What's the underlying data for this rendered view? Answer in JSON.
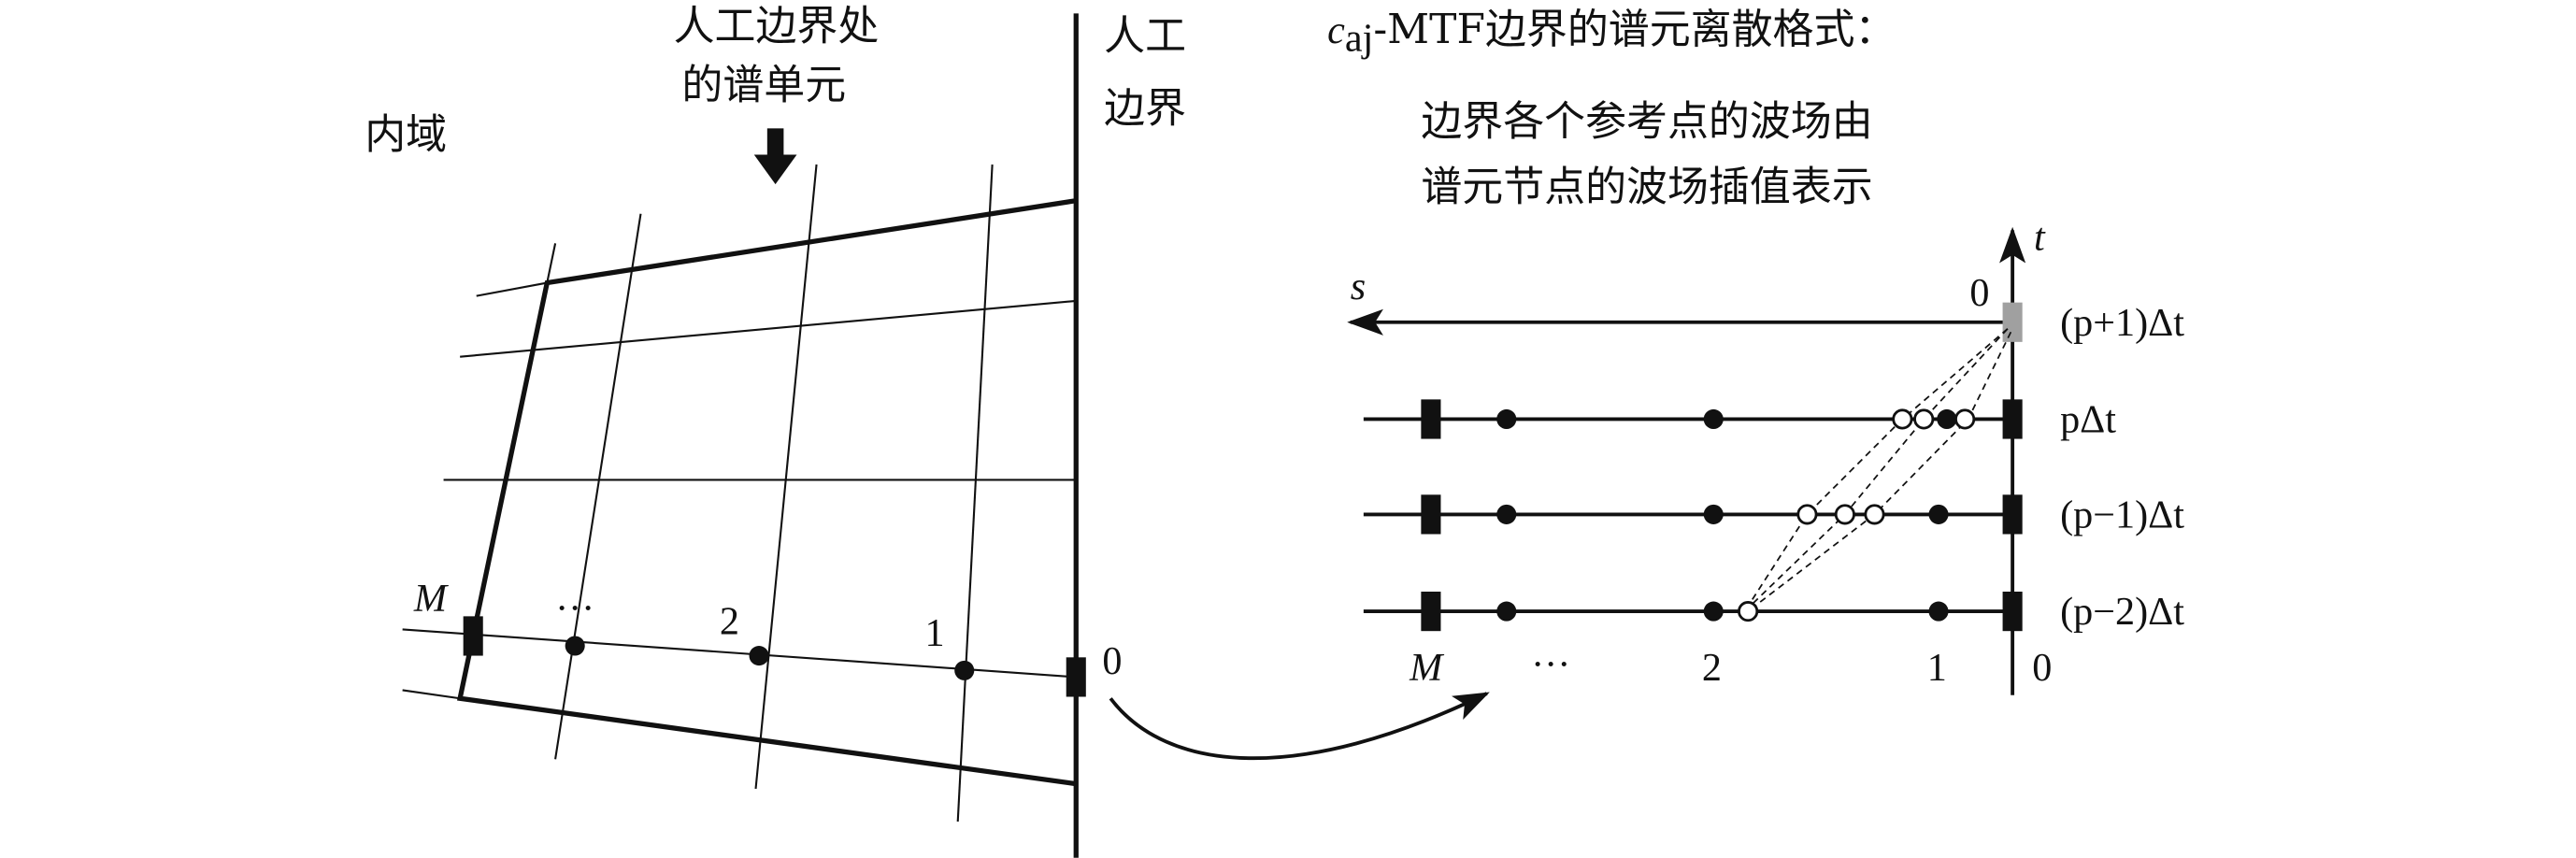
{
  "left": {
    "inner_domain_label": "内域",
    "boundary_element_label_line1": "人工边界处",
    "boundary_element_label_line2": "的谱单元",
    "artificial_boundary_line1": "人工",
    "artificial_boundary_line2": "边界",
    "node_labels": [
      "M",
      "···",
      "2",
      "1",
      "0"
    ]
  },
  "right": {
    "title_c": "c",
    "title_sub": "aj",
    "title_rest": "-MTF边界的谱元离散格式：",
    "desc_line1": "边界各个参考点的波场由",
    "desc_line2": "谱元节点的波场插值表示",
    "axis_t": "t",
    "axis_s": "s",
    "origin_label": "0",
    "time_levels": [
      "(p+1)Δt",
      "pΔt",
      "(p−1)Δt",
      "(p−2)Δt"
    ],
    "node_labels": [
      "M",
      "···",
      "2",
      "1",
      "0"
    ]
  },
  "colors": {
    "ink": "#111111",
    "reference_point": "#a0a0a0"
  }
}
